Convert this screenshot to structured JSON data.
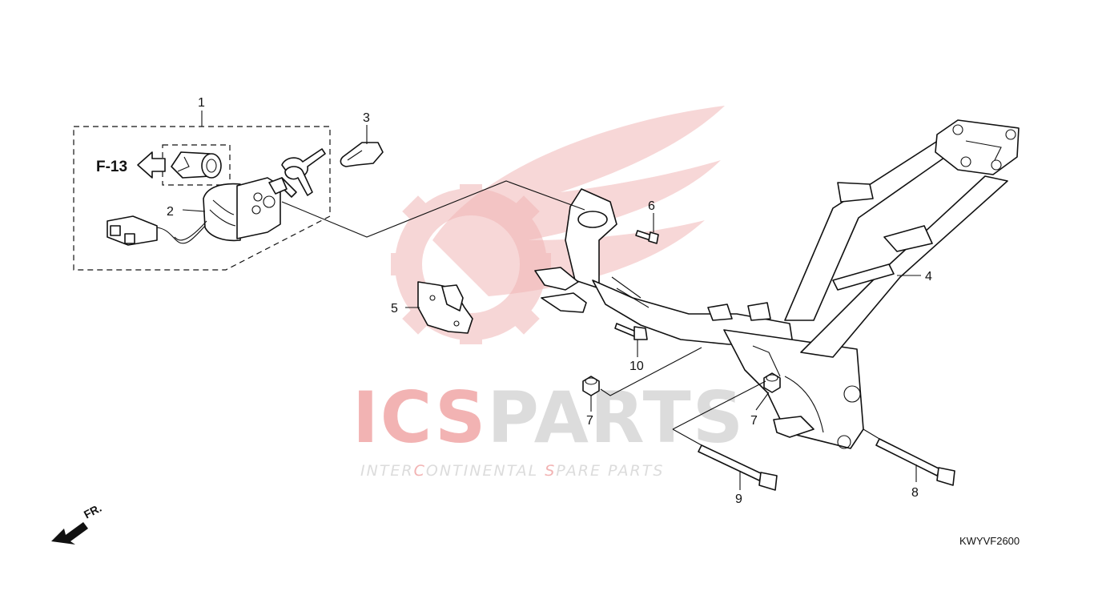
{
  "diagram": {
    "watermark": {
      "brand_red": "ICS",
      "brand_gray": "PARTS",
      "tagline_parts": [
        {
          "text": "INTER",
          "color": "gray"
        },
        {
          "text": "C",
          "color": "red"
        },
        {
          "text": "ONTINENTAL ",
          "color": "gray"
        },
        {
          "text": "S",
          "color": "red"
        },
        {
          "text": "PARE PARTS",
          "color": "gray"
        }
      ]
    },
    "callouts": [
      "1",
      "2",
      "3",
      "4",
      "5",
      "6",
      "7",
      "7",
      "8",
      "9",
      "10"
    ],
    "reference_label": "F-13",
    "front_label": "FR.",
    "diagram_code": "KWYVF2600"
  },
  "colors": {
    "line": "#111111",
    "background": "#ffffff",
    "watermark_red": "#f0b6b6",
    "watermark_gray": "#dcdcdc"
  }
}
